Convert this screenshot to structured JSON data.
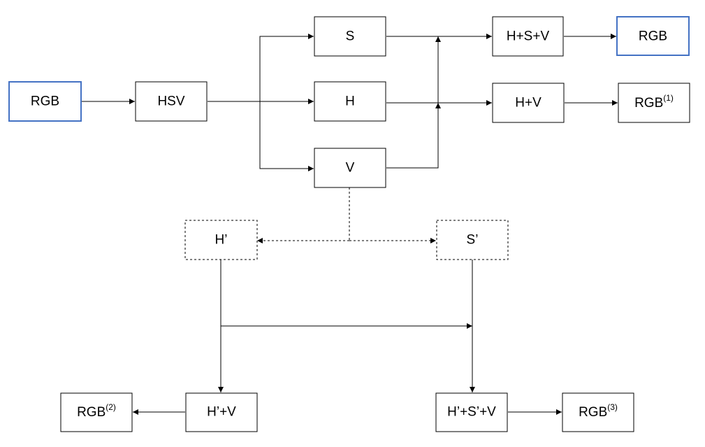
{
  "colors": {
    "accent_border": "#4472c4",
    "border": "#000000",
    "background": "#ffffff"
  },
  "nodes": {
    "rgb_input": {
      "text": "RGB",
      "sup": ""
    },
    "hsv": {
      "text": "HSV",
      "sup": ""
    },
    "s": {
      "text": "S",
      "sup": ""
    },
    "h": {
      "text": "H",
      "sup": ""
    },
    "v": {
      "text": "V",
      "sup": ""
    },
    "hsv_sum": {
      "text": "H+S+V",
      "sup": ""
    },
    "rgb_output": {
      "text": "RGB",
      "sup": ""
    },
    "hv_sum": {
      "text": "H+V",
      "sup": ""
    },
    "rgb_1": {
      "text": "RGB",
      "sup": "(1)"
    },
    "h_prime": {
      "text": "H’",
      "sup": ""
    },
    "s_prime": {
      "text": "S’",
      "sup": ""
    },
    "hprime_v": {
      "text": "H’+V",
      "sup": ""
    },
    "rgb_2": {
      "text": "RGB",
      "sup": "(2)"
    },
    "hprime_sprime_v": {
      "text": "H’+S’+V",
      "sup": ""
    },
    "rgb_3": {
      "text": "RGB",
      "sup": "(3)"
    }
  }
}
